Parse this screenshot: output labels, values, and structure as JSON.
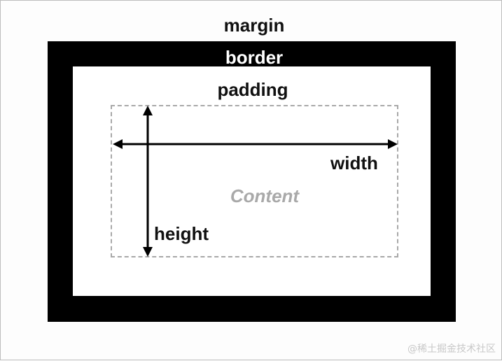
{
  "labels": {
    "margin": "margin",
    "border": "border",
    "padding": "padding",
    "content": "Content",
    "width": "width",
    "height": "height"
  },
  "watermark": "@稀土掘金技术社区",
  "colors": {
    "border_fill": "#000000",
    "content_dash": "#a8a8a8",
    "content_text": "#a9a9a9"
  }
}
